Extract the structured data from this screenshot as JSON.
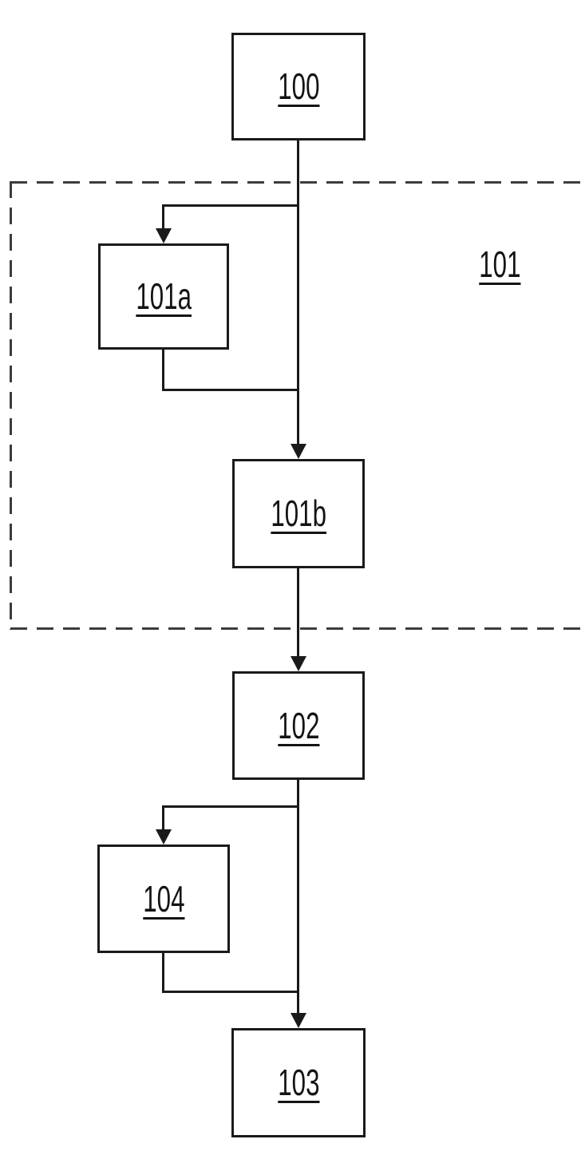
{
  "diagram": {
    "type": "flowchart",
    "region_label": "101",
    "boxes": [
      {
        "id": "box-100",
        "label": "100"
      },
      {
        "id": "box-101a",
        "label": "101a"
      },
      {
        "id": "box-101b",
        "label": "101b"
      },
      {
        "id": "box-102",
        "label": "102"
      },
      {
        "id": "box-104",
        "label": "104"
      },
      {
        "id": "box-103",
        "label": "103"
      }
    ],
    "connections": [
      {
        "from": "100",
        "to": "101a",
        "kind": "branch-arrow"
      },
      {
        "from": "101a",
        "to": "main-line",
        "kind": "rejoin"
      },
      {
        "from": "100",
        "to": "101b",
        "kind": "arrow"
      },
      {
        "from": "101b",
        "to": "102",
        "kind": "arrow"
      },
      {
        "from": "102",
        "to": "104",
        "kind": "branch-arrow"
      },
      {
        "from": "104",
        "to": "main-line",
        "kind": "rejoin"
      },
      {
        "from": "102",
        "to": "103",
        "kind": "arrow"
      }
    ],
    "colors": {
      "line": "#1a1a1a",
      "dashed_region": "#3c3c3c",
      "background": "#ffffff"
    }
  }
}
